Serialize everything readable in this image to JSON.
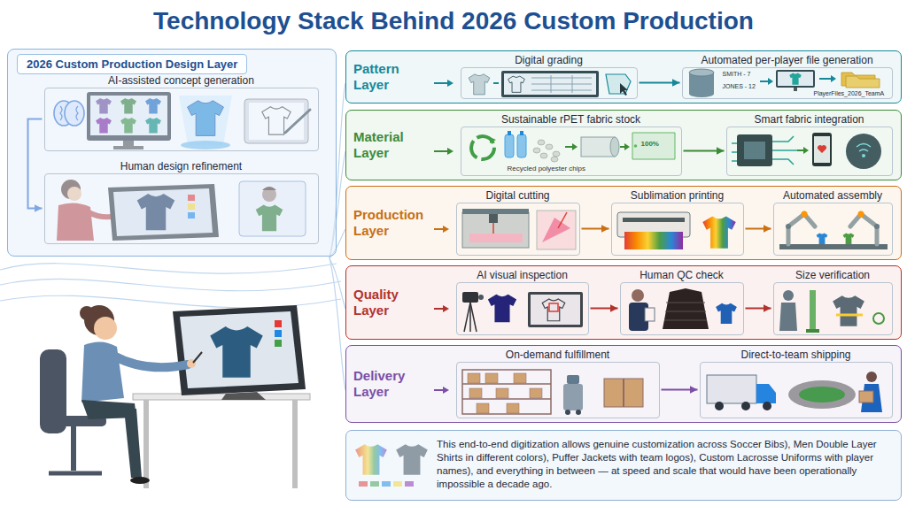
{
  "diagram": {
    "title": "Technology Stack Behind 2026 Custom Production",
    "nodes": [
      {
        "text": [
          "2026 Custom Production Design Layer"
        ]
      },
      {
        "text": [
          "AI-assisted concept generation"
        ],
        "in": 0
      },
      {
        "text": [
          "Human design refinement"
        ],
        "in": 0
      },
      {
        "text": [
          "Pattern Layer"
        ]
      },
      {
        "text": [
          "Digital grading"
        ],
        "in": 3
      },
      {
        "text": [
          "Automated per-player file generation"
        ],
        "in": 3
      },
      {
        "text": [
          "Material Layer"
        ]
      },
      {
        "text": [
          "Sustainable rPET fabric stock"
        ],
        "in": 6
      },
      {
        "text": [
          "Smart fabric integration"
        ],
        "in": 6
      },
      {
        "text": [
          "Production Layer"
        ]
      },
      {
        "text": [
          "Digital cutting"
        ],
        "in": 9
      },
      {
        "text": [
          "Sublimation printing"
        ],
        "in": 9
      },
      {
        "text": [
          "Automated assembly"
        ],
        "in": 9
      },
      {
        "text": [
          "Quality Layer"
        ]
      },
      {
        "text": [
          "AI visual inspection"
        ],
        "in": 13
      },
      {
        "text": [
          "Human QC check"
        ],
        "in": 13
      },
      {
        "text": [
          "Size verification"
        ],
        "in": 13
      },
      {
        "text": [
          "Delivery Layer"
        ]
      },
      {
        "text": [
          "On-demand fulfillment"
        ],
        "in": 17
      },
      {
        "text": [
          "Direct-to-team shipping"
        ],
        "in": 17
      },
      {
        "text": [
          "This end-to-end digitization allows genuine customization across Soccer Bibs), Men Double Layer Shirts in different colors), Puffer Jackets with team logos), Custom Lacrosse Uniforms with player names), and everything in between — at speed and scale that would have been operationally impossible a decade ago."
        ]
      }
    ],
    "edges": [
      {
        "from": 1,
        "to": 2,
        "arrow": "to"
      },
      {
        "from": 4,
        "to": 5,
        "arrow": "to"
      },
      {
        "from": 7,
        "to": 8,
        "arrow": "to"
      },
      {
        "from": 10,
        "to": 11,
        "arrow": "to"
      },
      {
        "from": 11,
        "to": 12,
        "arrow": "to"
      },
      {
        "from": 14,
        "to": 15,
        "arrow": "to"
      },
      {
        "from": 15,
        "to": 16,
        "arrow": "to"
      },
      {
        "from": 18,
        "to": 19,
        "arrow": "to"
      }
    ],
    "labels": [
      "SMITH - 7",
      "JONES - 12",
      "PlayerFiles_2026_TeamA",
      "Recycled polyester chips",
      "100%"
    ]
  }
}
